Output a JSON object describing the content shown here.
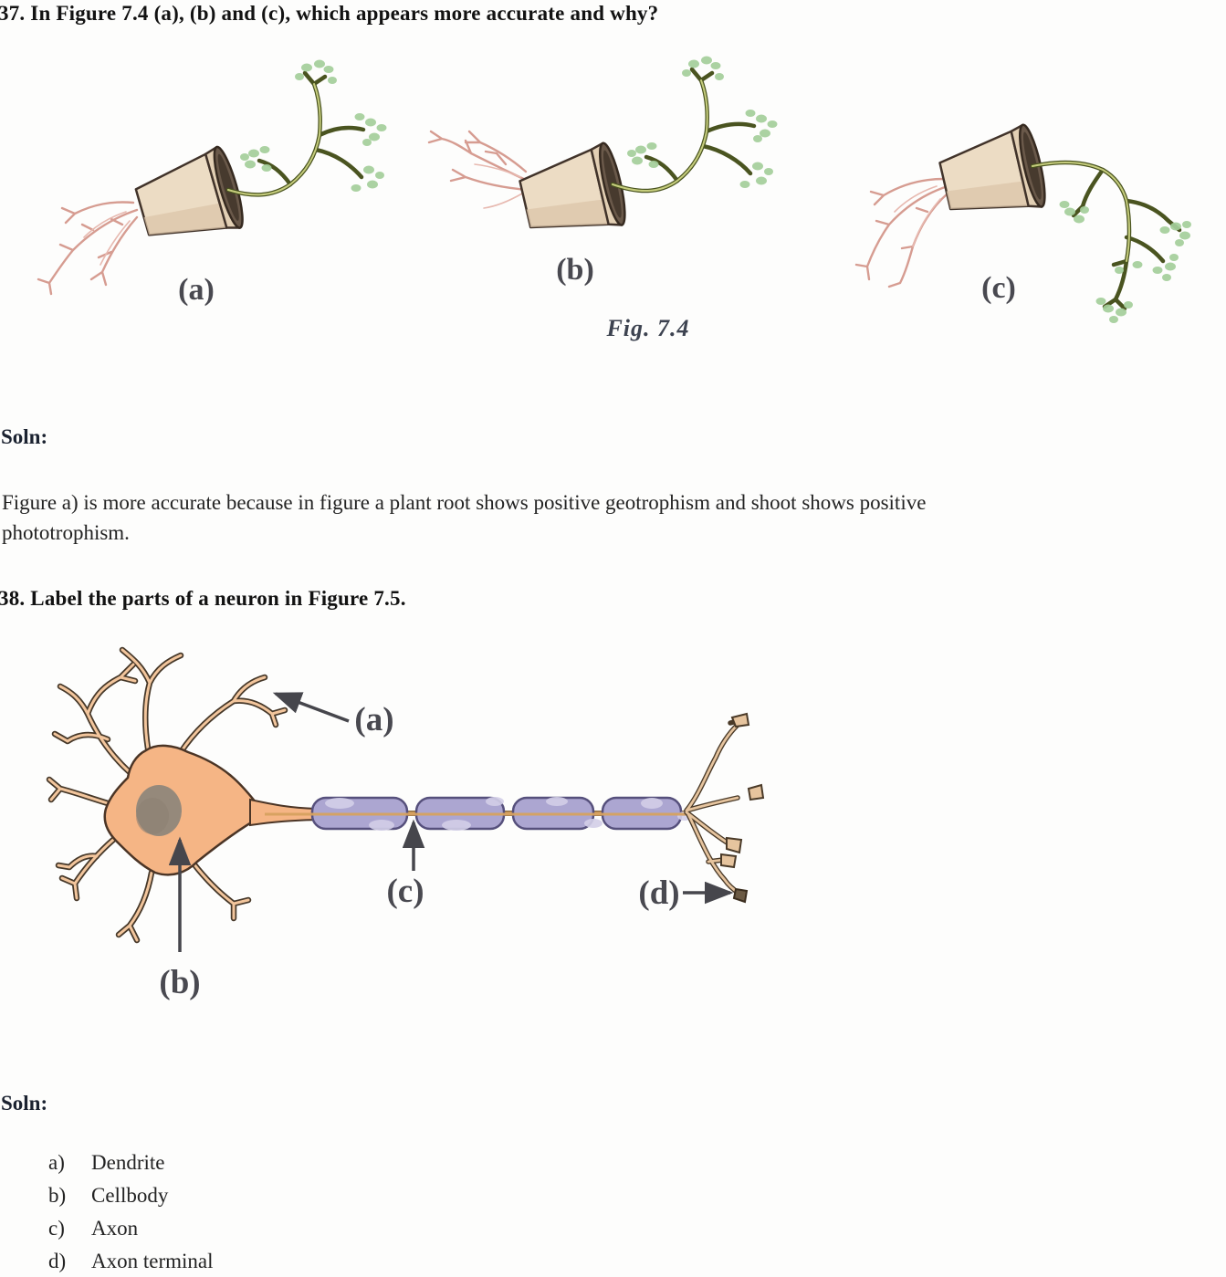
{
  "q37": {
    "heading": "37. In Figure 7.4 (a), (b) and (c), which appears more accurate and why?",
    "figure": {
      "caption": "Fig. 7.4",
      "labels": [
        "(a)",
        "(b)",
        "(c)"
      ]
    },
    "soln_label": "Soln:",
    "answer_lines": [
      "Figure a) is more accurate because in figure a plant root shows positive geotrophism and shoot shows positive",
      "phototrophism."
    ]
  },
  "q38": {
    "heading": "38. Label the parts of a neuron in Figure 7.5.",
    "figure": {
      "labels": [
        "(a)",
        "(b)",
        "(c)",
        "(d)"
      ]
    },
    "soln_label": "Soln:",
    "answers": [
      {
        "letter": "a)",
        "text": "Dendrite"
      },
      {
        "letter": "b)",
        "text": "Cellbody"
      },
      {
        "letter": "c)",
        "text": "Axon"
      },
      {
        "letter": "d)",
        "text": "Axon terminal"
      }
    ]
  },
  "colors": {
    "pot_fill": "#ecdcc4",
    "roots": "#d69c91",
    "leaves": "#a5cf9b",
    "stem": "#c6cd7d",
    "soma": "#f5b585",
    "nucleus": "#95897b",
    "myelin": "#aca6d1",
    "axon": "#d7a260",
    "label_grey": "#494950"
  }
}
